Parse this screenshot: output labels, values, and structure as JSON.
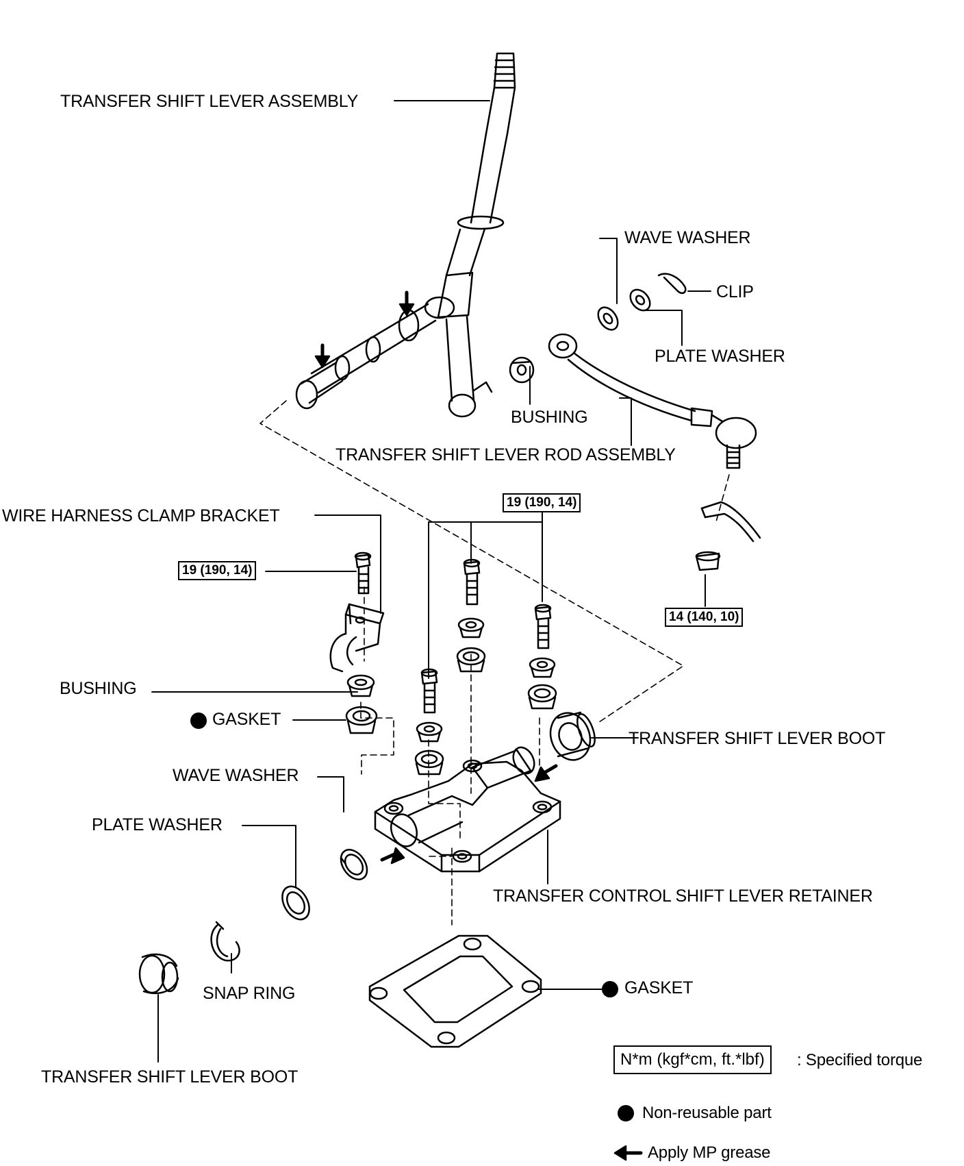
{
  "labels": {
    "shift_lever_assembly": "TRANSFER SHIFT LEVER ASSEMBLY",
    "wave_washer_top": "WAVE WASHER",
    "clip": "CLIP",
    "plate_washer_top": "PLATE WASHER",
    "bushing_top": "BUSHING",
    "rod_assembly": "TRANSFER SHIFT LEVER ROD ASSEMBLY",
    "wire_harness_bracket": "WIRE HARNESS CLAMP BRACKET",
    "bushing_left": "BUSHING",
    "gasket_left": "GASKET",
    "boot_right": "TRANSFER SHIFT LEVER BOOT",
    "wave_washer_left": "WAVE WASHER",
    "plate_washer_left": "PLATE WASHER",
    "retainer": "TRANSFER CONTROL SHIFT LEVER RETAINER",
    "snap_ring": "SNAP RING",
    "gasket_bottom": "GASKET",
    "boot_bottom": "TRANSFER SHIFT LEVER BOOT"
  },
  "torques": {
    "bracket_bolt": "19 (190, 14)",
    "retainer_bolts": "19 (190, 14)",
    "nut": "14 (140, 10)"
  },
  "legend": {
    "torque_box": "N*m (kgf*cm, ft.*lbf)",
    "torque_text": ": Specified torque",
    "non_reusable": "Non-reusable part",
    "grease": "Apply MP grease"
  },
  "colors": {
    "ink": "#000000",
    "paper": "#ffffff"
  }
}
